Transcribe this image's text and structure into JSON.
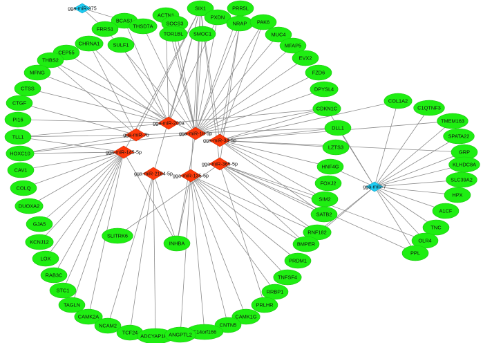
{
  "colors": {
    "gene": "#1fee12",
    "mirna_upregulated": "#ff3a0a",
    "mirna_downregulated": "#1ecbf2",
    "edge": "#8a8a8a"
  },
  "nodes": [
    {
      "id": "gga-miR-375",
      "label": "gga-miR-375",
      "kind": "mirna-down",
      "icon": "diamond"
    },
    {
      "id": "gga-miR-200a",
      "label": "gga-miR-200a",
      "kind": "mirna-up",
      "icon": "diamond"
    },
    {
      "id": "gga-miR-18-5p",
      "label": "gga-miR-18-5p",
      "kind": "mirna-up",
      "icon": "diamond"
    },
    {
      "id": "gga-miR-7b",
      "label": "gga-miR-7b",
      "kind": "mirna-up",
      "icon": "diamond"
    },
    {
      "id": "gga-miR-34-5p",
      "label": "gga-miR-34-5p",
      "kind": "mirna-up",
      "icon": "diamond"
    },
    {
      "id": "gga-miR-145-5p",
      "label": "gga-miR-145-5p",
      "kind": "mirna-up",
      "icon": "diamond"
    },
    {
      "id": "gga-miR-365-5p",
      "label": "gga-miR-365-5p",
      "kind": "mirna-up",
      "icon": "diamond"
    },
    {
      "id": "gga-miR-2184-5p",
      "label": "gga-miR-2184-5p",
      "kind": "mirna-up",
      "icon": "diamond"
    },
    {
      "id": "gga-miR-135-5p",
      "label": "gga-miR-135-5p",
      "kind": "mirna-up",
      "icon": "diamond"
    },
    {
      "id": "gga-miR-7",
      "label": "gga-miR-7",
      "kind": "mirna-down",
      "icon": "diamond"
    },
    {
      "id": "BCAS1",
      "label": "BCAS1",
      "kind": "gene",
      "icon": "ellipse"
    },
    {
      "id": "FRRS1",
      "label": "FRRS1",
      "kind": "gene",
      "icon": "ellipse"
    },
    {
      "id": "THSD7A",
      "label": "THSD7A",
      "kind": "gene",
      "icon": "ellipse"
    },
    {
      "id": "ACTN1",
      "label": "ACTN1",
      "kind": "gene",
      "icon": "ellipse"
    },
    {
      "id": "SOCS3",
      "label": "SOCS3",
      "kind": "gene",
      "icon": "ellipse"
    },
    {
      "id": "SIX1",
      "label": "SIX1",
      "kind": "gene",
      "icon": "ellipse"
    },
    {
      "id": "PXDN",
      "label": "PXDN",
      "kind": "gene",
      "icon": "ellipse"
    },
    {
      "id": "PRR5L",
      "label": "PRR5L",
      "kind": "gene",
      "icon": "ellipse"
    },
    {
      "id": "NRAP",
      "label": "NRAP",
      "kind": "gene",
      "icon": "ellipse"
    },
    {
      "id": "PAK6",
      "label": "PAK6",
      "kind": "gene",
      "icon": "ellipse"
    },
    {
      "id": "TOR1BL",
      "label": "TOR1BL",
      "kind": "gene",
      "icon": "ellipse"
    },
    {
      "id": "SMOC1",
      "label": "SMOC1",
      "kind": "gene",
      "icon": "ellipse"
    },
    {
      "id": "CHRNA1",
      "label": "CHRNA1",
      "kind": "gene",
      "icon": "ellipse"
    },
    {
      "id": "SULF1",
      "label": "SULF1",
      "kind": "gene",
      "icon": "ellipse"
    },
    {
      "id": "MUC4",
      "label": "MUC4",
      "kind": "gene",
      "icon": "ellipse"
    },
    {
      "id": "MFAP5",
      "label": "MFAP5",
      "kind": "gene",
      "icon": "ellipse"
    },
    {
      "id": "CEP55",
      "label": "CEP55",
      "kind": "gene",
      "icon": "ellipse"
    },
    {
      "id": "THBS2",
      "label": "THBS2",
      "kind": "gene",
      "icon": "ellipse"
    },
    {
      "id": "EVX2",
      "label": "EVX2",
      "kind": "gene",
      "icon": "ellipse"
    },
    {
      "id": "MFNG",
      "label": "MFNG",
      "kind": "gene",
      "icon": "ellipse"
    },
    {
      "id": "FZD6",
      "label": "FZD6",
      "kind": "gene",
      "icon": "ellipse"
    },
    {
      "id": "CTSS",
      "label": "CTSS",
      "kind": "gene",
      "icon": "ellipse"
    },
    {
      "id": "DPYSL4",
      "label": "DPYSL4",
      "kind": "gene",
      "icon": "ellipse"
    },
    {
      "id": "CTGF",
      "label": "CTGF",
      "kind": "gene",
      "icon": "ellipse"
    },
    {
      "id": "CDKN1C",
      "label": "CDKN1C",
      "kind": "gene",
      "icon": "ellipse"
    },
    {
      "id": "PI16",
      "label": "PI16",
      "kind": "gene",
      "icon": "ellipse"
    },
    {
      "id": "DLL1",
      "label": "DLL1",
      "kind": "gene",
      "icon": "ellipse"
    },
    {
      "id": "TLL1",
      "label": "TLL1",
      "kind": "gene",
      "icon": "ellipse"
    },
    {
      "id": "LZTS3",
      "label": "LZTS3",
      "kind": "gene",
      "icon": "ellipse"
    },
    {
      "id": "HOXC10",
      "label": "HOXC10",
      "kind": "gene",
      "icon": "ellipse"
    },
    {
      "id": "HNF4G",
      "label": "HNF4G",
      "kind": "gene",
      "icon": "ellipse"
    },
    {
      "id": "CAV1",
      "label": "CAV1",
      "kind": "gene",
      "icon": "ellipse"
    },
    {
      "id": "FOXJ2",
      "label": "FOXJ2",
      "kind": "gene",
      "icon": "ellipse"
    },
    {
      "id": "COLQ",
      "label": "COLQ",
      "kind": "gene",
      "icon": "ellipse"
    },
    {
      "id": "SIM2",
      "label": "SIM2",
      "kind": "gene",
      "icon": "ellipse"
    },
    {
      "id": "DUOXA2",
      "label": "DUOXA2",
      "kind": "gene",
      "icon": "ellipse"
    },
    {
      "id": "SATB2",
      "label": "SATB2",
      "kind": "gene",
      "icon": "ellipse"
    },
    {
      "id": "GJA5",
      "label": "GJA5",
      "kind": "gene",
      "icon": "ellipse"
    },
    {
      "id": "RNF182",
      "label": "RNF182",
      "kind": "gene",
      "icon": "ellipse"
    },
    {
      "id": "KCNJ12",
      "label": "KCNJ12",
      "kind": "gene",
      "icon": "ellipse"
    },
    {
      "id": "SLITRK6",
      "label": "SLITRK6",
      "kind": "gene",
      "icon": "ellipse"
    },
    {
      "id": "INHBA",
      "label": "INHBA",
      "kind": "gene",
      "icon": "ellipse"
    },
    {
      "id": "BMPER",
      "label": "BMPER",
      "kind": "gene",
      "icon": "ellipse"
    },
    {
      "id": "LOX",
      "label": "LOX",
      "kind": "gene",
      "icon": "ellipse"
    },
    {
      "id": "PRDM1",
      "label": "PRDM1",
      "kind": "gene",
      "icon": "ellipse"
    },
    {
      "id": "RAB3C",
      "label": "RAB3C",
      "kind": "gene",
      "icon": "ellipse"
    },
    {
      "id": "TNFSF4",
      "label": "TNFSF4",
      "kind": "gene",
      "icon": "ellipse"
    },
    {
      "id": "STC1",
      "label": "STC1",
      "kind": "gene",
      "icon": "ellipse"
    },
    {
      "id": "RRBP1",
      "label": "RRBP1",
      "kind": "gene",
      "icon": "ellipse"
    },
    {
      "id": "TAGLN",
      "label": "TAGLN",
      "kind": "gene",
      "icon": "ellipse"
    },
    {
      "id": "PRLHR",
      "label": "PRLHR",
      "kind": "gene",
      "icon": "ellipse"
    },
    {
      "id": "CAMK2A",
      "label": "CAMK2A",
      "kind": "gene",
      "icon": "ellipse"
    },
    {
      "id": "CAMK1G",
      "label": "CAMK1G",
      "kind": "gene",
      "icon": "ellipse"
    },
    {
      "id": "NCAM2",
      "label": "NCAM2",
      "kind": "gene",
      "icon": "ellipse"
    },
    {
      "id": "CNTN5",
      "label": "CNTN5",
      "kind": "gene",
      "icon": "ellipse"
    },
    {
      "id": "TCF24",
      "label": "TCF24",
      "kind": "gene",
      "icon": "ellipse"
    },
    {
      "id": "C14orf166",
      "label": "C14orf166",
      "kind": "gene",
      "icon": "ellipse"
    },
    {
      "id": "ADCYAP1R1",
      "label": "ADCYAP1R1",
      "kind": "gene",
      "icon": "ellipse"
    },
    {
      "id": "ANGPTL2",
      "label": "ANGPTL2",
      "kind": "gene",
      "icon": "ellipse"
    },
    {
      "id": "COL1A2",
      "label": "COL1A2",
      "kind": "gene",
      "icon": "ellipse"
    },
    {
      "id": "C1QTNF3",
      "label": "C1QTNF3",
      "kind": "gene",
      "icon": "ellipse"
    },
    {
      "id": "TMEM163",
      "label": "TMEM163",
      "kind": "gene",
      "icon": "ellipse"
    },
    {
      "id": "SPATA22",
      "label": "SPATA22",
      "kind": "gene",
      "icon": "ellipse"
    },
    {
      "id": "GRP",
      "label": "GRP",
      "kind": "gene",
      "icon": "ellipse"
    },
    {
      "id": "KLHDC8A",
      "label": "KLHDC8A",
      "kind": "gene",
      "icon": "ellipse"
    },
    {
      "id": "SLC39A2",
      "label": "SLC39A2",
      "kind": "gene",
      "icon": "ellipse"
    },
    {
      "id": "HPX",
      "label": "HPX",
      "kind": "gene",
      "icon": "ellipse"
    },
    {
      "id": "A1CF",
      "label": "A1CF",
      "kind": "gene",
      "icon": "ellipse"
    },
    {
      "id": "TNC",
      "label": "TNC",
      "kind": "gene",
      "icon": "ellipse"
    },
    {
      "id": "OLR4",
      "label": "OLR4",
      "kind": "gene",
      "icon": "ellipse"
    },
    {
      "id": "PPL",
      "label": "PPL",
      "kind": "gene",
      "icon": "ellipse"
    }
  ],
  "edges": [
    [
      "gga-miR-375",
      "FRRS1"
    ],
    [
      "gga-miR-375",
      "BCAS1"
    ],
    [
      "gga-miR-200a",
      "BCAS1"
    ],
    [
      "gga-miR-200a",
      "ACTN1"
    ],
    [
      "gga-miR-200a",
      "CEP55"
    ],
    [
      "gga-miR-200a",
      "CHRNA1"
    ],
    [
      "gga-miR-200a",
      "SULF1"
    ],
    [
      "gga-miR-200a",
      "MFNG"
    ],
    [
      "gga-miR-200a",
      "CTSS"
    ],
    [
      "gga-miR-200a",
      "PI16"
    ],
    [
      "gga-miR-200a",
      "SIX1"
    ],
    [
      "gga-miR-200a",
      "PXDN"
    ],
    [
      "gga-miR-200a",
      "TLL1"
    ],
    [
      "gga-miR-200a",
      "CDKN1C"
    ],
    [
      "gga-miR-18-5p",
      "SIX1"
    ],
    [
      "gga-miR-18-5p",
      "PXDN"
    ],
    [
      "gga-miR-18-5p",
      "PRR5L"
    ],
    [
      "gga-miR-18-5p",
      "NRAP"
    ],
    [
      "gga-miR-18-5p",
      "PAK6"
    ],
    [
      "gga-miR-18-5p",
      "TOR1BL"
    ],
    [
      "gga-miR-18-5p",
      "SMOC1"
    ],
    [
      "gga-miR-18-5p",
      "ACTN1"
    ],
    [
      "gga-miR-18-5p",
      "SOCS3"
    ],
    [
      "gga-miR-18-5p",
      "THSD7A"
    ],
    [
      "gga-miR-18-5p",
      "MUC4"
    ],
    [
      "gga-miR-18-5p",
      "MFAP5"
    ],
    [
      "gga-miR-18-5p",
      "EVX2"
    ],
    [
      "gga-miR-18-5p",
      "FZD6"
    ],
    [
      "gga-miR-18-5p",
      "DPYSL4"
    ],
    [
      "gga-miR-18-5p",
      "CDKN1C"
    ],
    [
      "gga-miR-18-5p",
      "FRRS1"
    ],
    [
      "gga-miR-18-5p",
      "THBS2"
    ],
    [
      "gga-miR-18-5p",
      "INHBA"
    ],
    [
      "gga-miR-18-5p",
      "HOXC10"
    ],
    [
      "gga-miR-7b",
      "CTGF"
    ],
    [
      "gga-miR-7b",
      "THBS2"
    ],
    [
      "gga-miR-7b",
      "TLL1"
    ],
    [
      "gga-miR-7b",
      "CHRNA1"
    ],
    [
      "gga-miR-7b",
      "HOXC10"
    ],
    [
      "gga-miR-7b",
      "DLL1"
    ],
    [
      "gga-miR-7b",
      "SIX1"
    ],
    [
      "gga-miR-34-5p",
      "DLL1"
    ],
    [
      "gga-miR-34-5p",
      "LZTS3"
    ],
    [
      "gga-miR-34-5p",
      "HNF4G"
    ],
    [
      "gga-miR-34-5p",
      "FOXJ2"
    ],
    [
      "gga-miR-34-5p",
      "COL1A2"
    ],
    [
      "gga-miR-34-5p",
      "CDKN1C"
    ],
    [
      "gga-miR-34-5p",
      "SATB2"
    ],
    [
      "gga-miR-34-5p",
      "SIM2"
    ],
    [
      "gga-miR-34-5p",
      "TMEM163"
    ],
    [
      "gga-miR-34-5p",
      "PAK6"
    ],
    [
      "gga-miR-34-5p",
      "NRAP"
    ],
    [
      "gga-miR-34-5p",
      "SIX1"
    ],
    [
      "gga-miR-34-5p",
      "GRP"
    ],
    [
      "gga-miR-145-5p",
      "HOXC10"
    ],
    [
      "gga-miR-145-5p",
      "CAV1"
    ],
    [
      "gga-miR-145-5p",
      "COLQ"
    ],
    [
      "gga-miR-145-5p",
      "DUOXA2"
    ],
    [
      "gga-miR-145-5p",
      "GJA5"
    ],
    [
      "gga-miR-145-5p",
      "KCNJ12"
    ],
    [
      "gga-miR-145-5p",
      "LOX"
    ],
    [
      "gga-miR-145-5p",
      "RAB3C"
    ],
    [
      "gga-miR-145-5p",
      "STC1"
    ],
    [
      "gga-miR-145-5p",
      "TAGLN"
    ],
    [
      "gga-miR-145-5p",
      "CAMK2A"
    ],
    [
      "gga-miR-145-5p",
      "TLL1"
    ],
    [
      "gga-miR-145-5p",
      "SIX1"
    ],
    [
      "gga-miR-145-5p",
      "INHBA"
    ],
    [
      "gga-miR-365-5p",
      "SIM2"
    ],
    [
      "gga-miR-365-5p",
      "SATB2"
    ],
    [
      "gga-miR-365-5p",
      "RNF182"
    ],
    [
      "gga-miR-365-5p",
      "BMPER"
    ],
    [
      "gga-miR-365-5p",
      "SLITRK6"
    ],
    [
      "gga-miR-365-5p",
      "PRLHR"
    ],
    [
      "gga-miR-365-5p",
      "SIX1"
    ],
    [
      "gga-miR-365-5p",
      "PPL"
    ],
    [
      "gga-miR-365-5p",
      "OLR4"
    ],
    [
      "gga-miR-365-5p",
      "NRAP"
    ],
    [
      "gga-miR-2184-5p",
      "INHBA"
    ],
    [
      "gga-miR-2184-5p",
      "NCAM2"
    ],
    [
      "gga-miR-2184-5p",
      "TCF24"
    ],
    [
      "gga-miR-2184-5p",
      "ADCYAP1R1"
    ],
    [
      "gga-miR-2184-5p",
      "SIX1"
    ],
    [
      "gga-miR-135-5p",
      "PRDM1"
    ],
    [
      "gga-miR-135-5p",
      "TNFSF4"
    ],
    [
      "gga-miR-135-5p",
      "RRBP1"
    ],
    [
      "gga-miR-135-5p",
      "CAMK1G"
    ],
    [
      "gga-miR-135-5p",
      "CNTN5"
    ],
    [
      "gga-miR-135-5p",
      "C14orf166"
    ],
    [
      "gga-miR-135-5p",
      "ANGPTL2"
    ],
    [
      "gga-miR-135-5p",
      "BMPER"
    ],
    [
      "gga-miR-135-5p",
      "SIX1"
    ],
    [
      "gga-miR-135-5p",
      "INHBA"
    ],
    [
      "gga-miR-135-5p",
      "RNF182"
    ],
    [
      "gga-miR-7",
      "COL1A2"
    ],
    [
      "gga-miR-7",
      "C1QTNF3"
    ],
    [
      "gga-miR-7",
      "TMEM163"
    ],
    [
      "gga-miR-7",
      "SPATA22"
    ],
    [
      "gga-miR-7",
      "GRP"
    ],
    [
      "gga-miR-7",
      "KLHDC8A"
    ],
    [
      "gga-miR-7",
      "SLC39A2"
    ],
    [
      "gga-miR-7",
      "HPX"
    ],
    [
      "gga-miR-7",
      "A1CF"
    ],
    [
      "gga-miR-7",
      "TNC"
    ],
    [
      "gga-miR-7",
      "OLR4"
    ],
    [
      "gga-miR-7",
      "PPL"
    ],
    [
      "gga-miR-7",
      "DLL1"
    ],
    [
      "gga-miR-7",
      "HNF4G"
    ],
    [
      "gga-miR-7",
      "CDKN1C"
    ],
    [
      "gga-miR-7",
      "RNF182"
    ],
    [
      "gga-miR-7",
      "BMPER"
    ]
  ]
}
